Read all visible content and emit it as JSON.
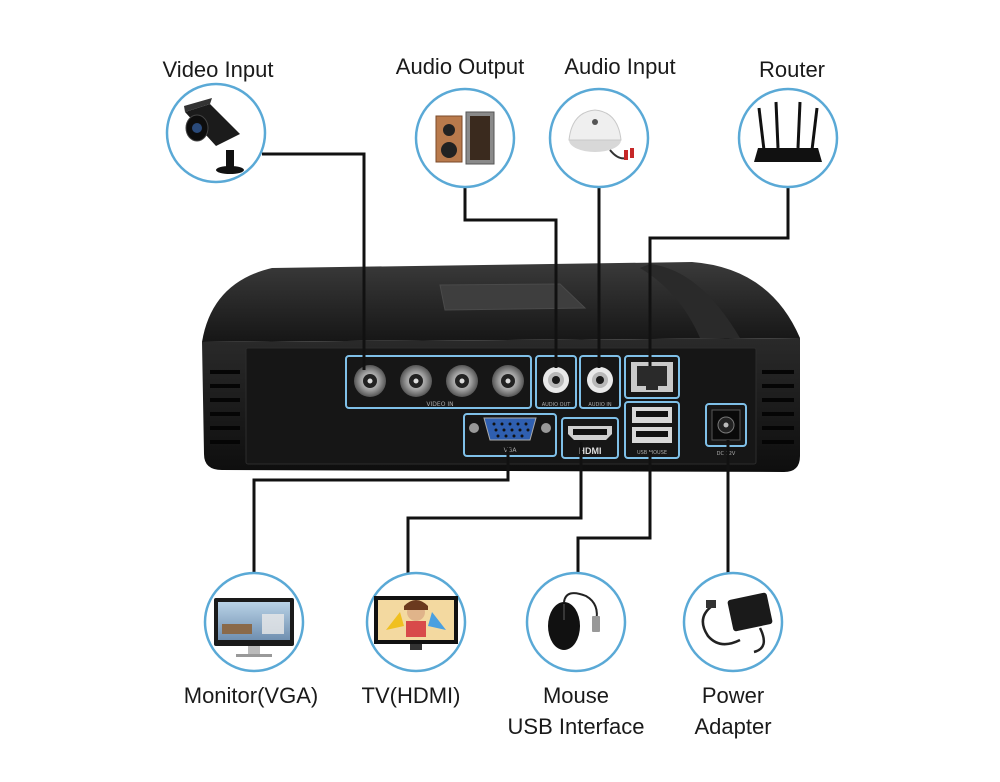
{
  "diagram": {
    "top_devices": [
      {
        "id": "video-input",
        "label": "Video Input",
        "icon": "camera-icon"
      },
      {
        "id": "audio-output",
        "label": "Audio Output",
        "icon": "speaker-icon"
      },
      {
        "id": "audio-input",
        "label": "Audio Input",
        "icon": "microphone-icon"
      },
      {
        "id": "router",
        "label": "Router",
        "icon": "router-icon"
      }
    ],
    "bottom_devices": [
      {
        "id": "monitor",
        "label": "Monitor(VGA)",
        "icon": "monitor-icon"
      },
      {
        "id": "tv",
        "label": "TV(HDMI)",
        "icon": "tv-icon"
      },
      {
        "id": "mouse",
        "label_line1": "Mouse",
        "label_line2": "USB Interface",
        "icon": "mouse-icon"
      },
      {
        "id": "power",
        "label_line1": "Power",
        "label_line2": "Adapter",
        "icon": "power-adapter-icon"
      }
    ],
    "ports": {
      "video_in": "VIDEO IN",
      "audio_out": "AUDIO OUT",
      "audio_in": "AUDIO IN",
      "vga": "VGA",
      "hdmi": "HDMI",
      "usb": "USB MOUSE",
      "dc": "DC 12V"
    },
    "colors": {
      "circle_border": "#5aa9d6",
      "line": "#111111",
      "port_highlight": "#7fc0e8",
      "device_body": "#1c1c1c"
    }
  }
}
